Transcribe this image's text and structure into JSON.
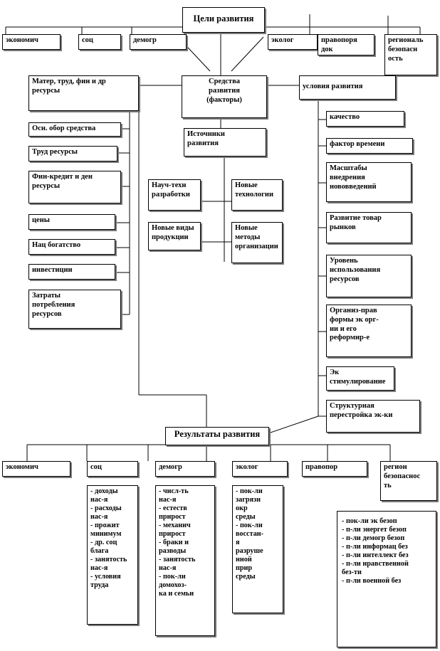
{
  "goals": {
    "title": "Цели развития",
    "items": [
      "экономич",
      "соц",
      "демогр",
      "эколог",
      "правопоря\nдок",
      "региональ\nбезопасн\nость"
    ]
  },
  "means": {
    "title": "Средства\nразвития\n(факторы)",
    "resources": {
      "title": "Матер, труд, фин и др\nресурсы",
      "items": [
        "Осн. обор средства",
        "Труд ресурсы",
        "Фин-кредит и ден\nресурсы",
        "цены",
        "Нац богатство",
        "инвестиции",
        "Затраты\nпотребления\nресурсов"
      ]
    },
    "sources": {
      "title": "Источники\nразвития",
      "items": [
        "Науч-техн\nразработки",
        "Новые\nтехнологии",
        "Новые виды\nпродукции",
        "Новые\nметоды\nорганизации"
      ]
    },
    "conditions": {
      "title": "условия развития",
      "items": [
        "качество",
        "фактор времени",
        "Масштабы\nвнедрения\nнововведений",
        "Развитие товар\nрынков",
        "Уровень\nиспользования\nресурсов",
        "Организ-прав\nформы эк орг-\nии и его\nреформир-е",
        "Эк\nстимулирование",
        "Структурная\nперестройка эк-ки"
      ]
    }
  },
  "results": {
    "title": "Результаты развития",
    "items": [
      "экономич",
      "соц",
      "демогр",
      "эколог",
      "правопор",
      "регион\nбезопаснос\nть"
    ],
    "details": {
      "soc": "- доходы\nнас-я\n- расходы\nнас-я\n- прожит\nминимум\n- др. соц\nблага\n- занятость\nнас-я\n- условия\nтруда",
      "demogr": "- числ-ть\nнас-я\n- естеств\nприрост\n- механич\nприрост\n- браки и\nразводы\n- занятость\nнас-я\n- пок-ли\nдомохоз-\nка и семьи",
      "ecolog": "- пок-ли\nзагрязн\nокр\nсреды\n- пок-ли\nвосстан-\nя\nразруше\nнной\nприр\nсреды",
      "region": "- пок-ли эк безоп\n- п-ли энергет безоп\n- п-ли демогр безоп\n- п-ли информац без\n- п-ли интеллект без\n- п-ли нравственной\nбез-ти\n- п-ли военной без"
    }
  }
}
